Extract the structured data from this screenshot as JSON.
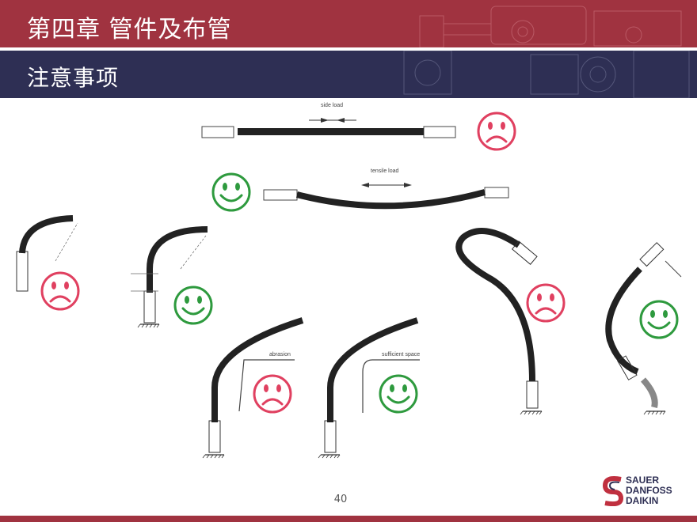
{
  "header": {
    "chapter_title": "第四章  管件及布管",
    "section_title": "注意事项"
  },
  "diagram_labels": {
    "side_load": "side load",
    "tensile_load": "tensile load",
    "abrasion": "abrasion",
    "sufficient_space": "sufficient space"
  },
  "footer": {
    "page_number": "40",
    "logo_lines": [
      "SAUER",
      "DANFOSS",
      "DAIKIN"
    ]
  },
  "colors": {
    "header_red": "#a03340",
    "header_navy": "#2e2f54",
    "sad_face": "#e04060",
    "happy_face": "#2e9a3e"
  },
  "icons": [
    "sad-face-icon",
    "happy-face-icon",
    "hose-diagram"
  ]
}
